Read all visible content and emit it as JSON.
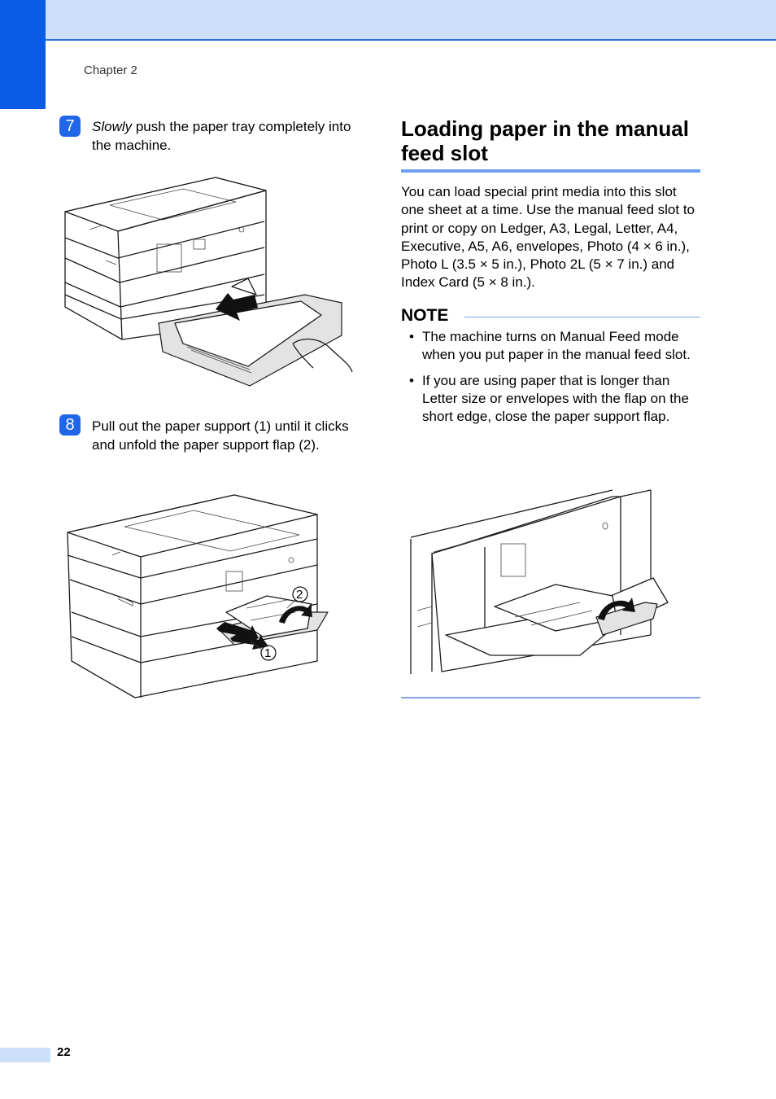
{
  "header": {
    "chapter": "Chapter 2"
  },
  "steps": [
    {
      "number": "7",
      "emphasis": "Slowly",
      "text": " push the paper tray completely into the machine."
    },
    {
      "number": "8",
      "text": "Pull out the paper support (1) until it clicks and unfold the paper support flap (2)."
    }
  ],
  "section": {
    "title": "Loading paper in the manual feed slot",
    "intro": "You can load special print media into this slot one sheet at a time. Use the manual feed slot to print or copy on Ledger, A3, Legal, Letter, A4, Executive, A5, A6, envelopes, Photo (4 × 6 in.), Photo L (3.5 × 5 in.), Photo 2L (5 × 7 in.) and Index Card (5 × 8 in.)."
  },
  "note": {
    "heading": "NOTE",
    "items": [
      "The machine turns on Manual Feed mode when you put paper in the manual feed slot.",
      "If you are using paper that is longer than Letter size or envelopes with the flap on the short edge, close the paper support flap."
    ]
  },
  "figures": {
    "callout_1": "1",
    "callout_2": "2"
  },
  "footer": {
    "page_number": "22"
  },
  "colors": {
    "accent": "#1f66e8",
    "band": "#cce0fb",
    "rule": "#6f9ef2"
  }
}
